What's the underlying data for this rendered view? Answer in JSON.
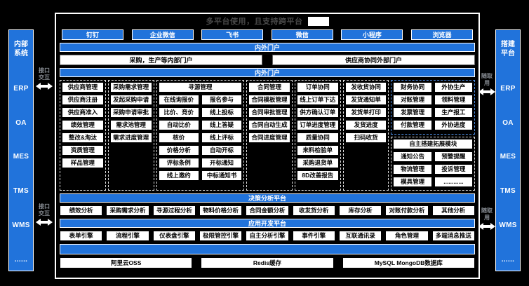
{
  "colors": {
    "accent": "#2173db",
    "page_bg": "#000000",
    "dashed_border": "#e0e0e0",
    "blue_dashed_border": "#4f8fe6",
    "box_bg": "#ffffff",
    "box_border": "#000000",
    "title_text": "#4a4a4a",
    "connector_text": "#8a8f96"
  },
  "title": {
    "text": "多平台使用，且支持跨平台"
  },
  "clients": [
    "钉钉",
    "企业微信",
    "飞书",
    "微信",
    "小程序",
    "浏览器"
  ],
  "bars": {
    "portal_outer": "内外门户",
    "portal_inner": "内外门户",
    "analysis": "决策分析平台",
    "dev": "应用开发平台"
  },
  "portals": [
    "采购，生产等内部门户",
    "供应商协同外部门户"
  ],
  "sidebars": {
    "left": {
      "title": "内部系统",
      "items": [
        "ERP",
        "OA",
        "MES",
        "TMS",
        "WMS",
        "......"
      ]
    },
    "right": {
      "title": "搭建平台",
      "items": [
        "ERP",
        "OA",
        "MES",
        "TMS",
        "WMS",
        "......"
      ]
    }
  },
  "connectors": {
    "left": "接口交互",
    "right": "随取用"
  },
  "groups": [
    {
      "name": "supplier",
      "header": "供应商管理",
      "cols": 1,
      "flex": 1,
      "items": [
        "供应商注册",
        "供应商准入",
        "绩效管理",
        "整改&淘汰",
        "资质管理",
        "样品管理"
      ]
    },
    {
      "name": "purchase-demand",
      "header": "采购需求管理",
      "cols": 1,
      "flex": 1,
      "items": [
        "发起采购申请",
        "采购申请审批",
        "需求池管理",
        "需求进度管理"
      ]
    },
    {
      "name": "sourcing",
      "header": "寻源管理",
      "cols": 2,
      "flex": 2,
      "items": [
        "在线询报价",
        "报名参与",
        "比价、竞价",
        "线上投标",
        "自动比价",
        "线上答疑",
        "核价",
        "线上评标",
        "价格分析",
        "自动开标",
        "评标条例",
        "开标通知",
        "线上邀约",
        "中标通知书"
      ]
    },
    {
      "name": "contract",
      "header": "合同管理",
      "cols": 1,
      "flex": 1,
      "items": [
        "合同模板管理",
        "合同审批管理",
        "合同自动生成",
        "合同进度管理"
      ]
    },
    {
      "name": "order",
      "header": "订单协同",
      "cols": 1,
      "flex": 1,
      "items": [
        "线上订单下达",
        "供方确认订单",
        "订单进度管理",
        "质量协同",
        "来料检验单",
        "采购退货单",
        "8D改善报告"
      ]
    },
    {
      "name": "shipping",
      "header": "发收货协同",
      "cols": 1,
      "flex": 1,
      "items": [
        "发货通知单",
        "发货单打印",
        "发货进度",
        "扫码收货"
      ]
    }
  ],
  "finance_outsourcing": {
    "columns": [
      {
        "header": "财务协同",
        "items": [
          "对账管理",
          "发票管理",
          "付款管理"
        ]
      },
      {
        "header": "外协生产",
        "items": [
          "领料管理",
          "生产报工",
          "外协进度"
        ]
      }
    ]
  },
  "custom_module": {
    "header": "自主搭建拓展模块",
    "items": [
      "通知公告",
      "预警提醒",
      "物流管理",
      "投诉管理",
      "模具管理",
      "............"
    ]
  },
  "analysis_items": [
    "绩效分析",
    "采购需求分析",
    "寻源过程分析",
    "物料价格分析",
    "合同金额分析",
    "收发货分析",
    "库存分析",
    "对账付款分析",
    "其他分析"
  ],
  "dev_items": [
    "表单引擎",
    "流程引擎",
    "仪表盘引擎",
    "极限管控引擎",
    "自主分析引擎",
    "事件引擎",
    "互联通讯录",
    "角色管理",
    "多端消息推送"
  ],
  "storage_items": [
    "阿里云OSS",
    "Redis缓存",
    "MySQL MongoDB数据库"
  ]
}
